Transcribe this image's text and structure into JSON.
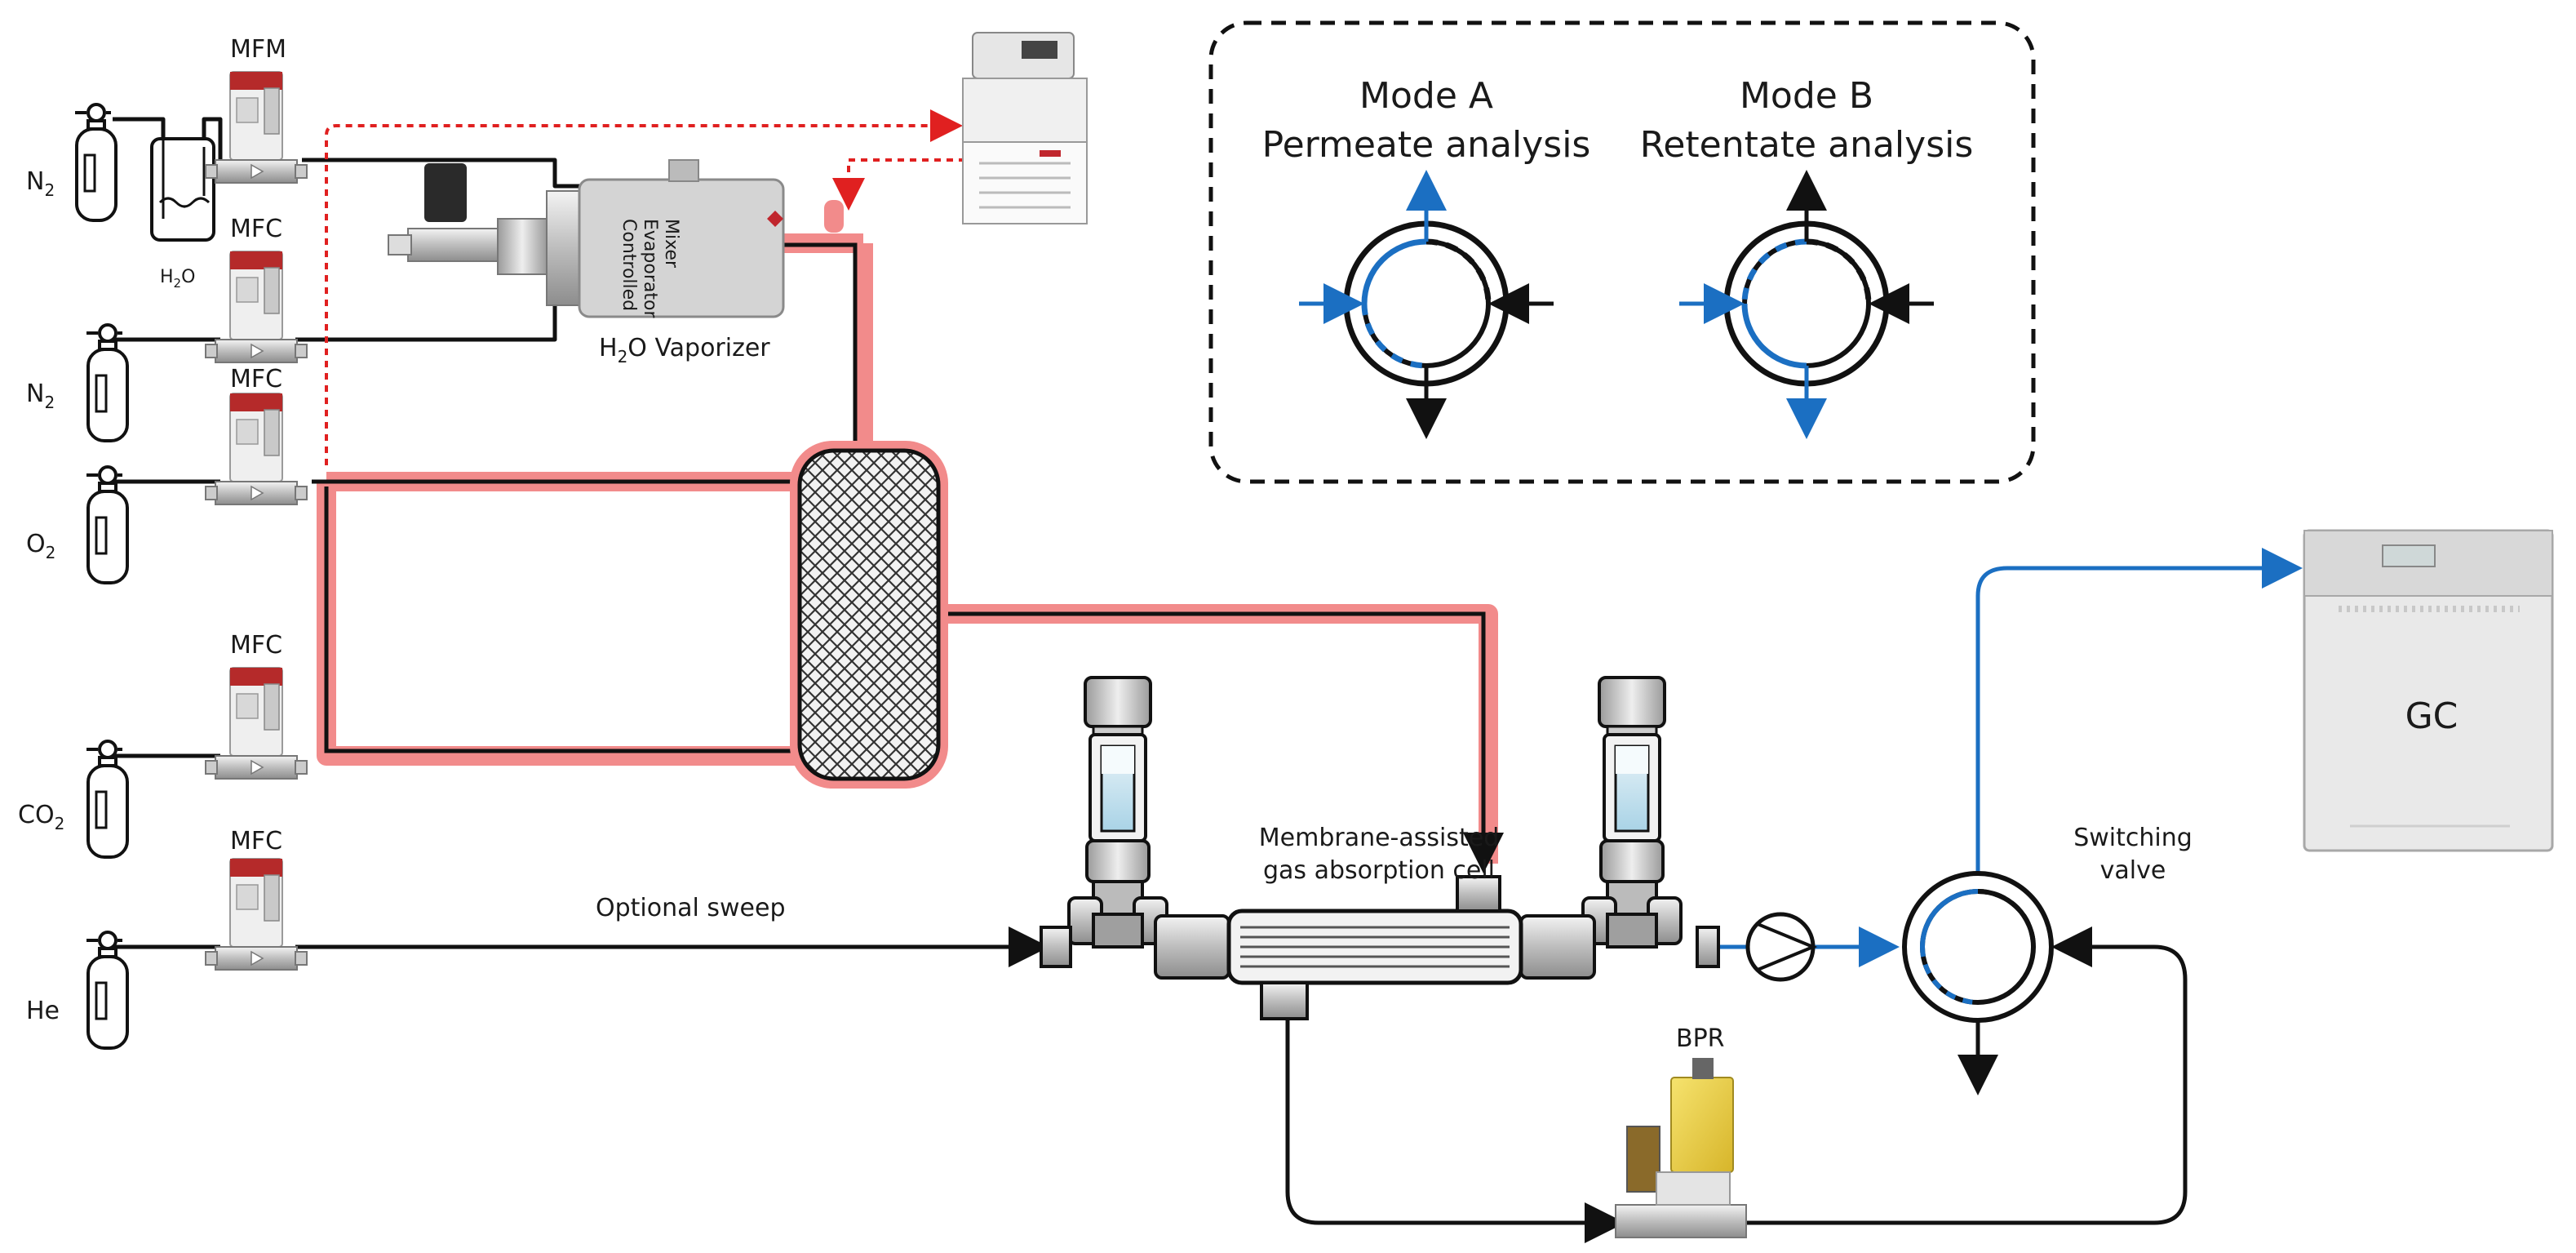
{
  "gases": {
    "n2_top": {
      "text": "N",
      "sub": "2"
    },
    "h2o": {
      "text": "H",
      "sub": "2",
      "tail": "O"
    },
    "n2_mid": {
      "text": "N",
      "sub": "2"
    },
    "o2": {
      "text": "O",
      "sub": "2"
    },
    "co2": {
      "text": "CO",
      "sub": "2"
    },
    "he": {
      "text": "He"
    }
  },
  "devices": {
    "mfm": "MFM",
    "mfc_1": "MFC",
    "mfc_2": "MFC",
    "mfc_3": "MFC",
    "mfc_4": "MFC",
    "vaporizer": {
      "text": "H",
      "sub": "2",
      "tail": "O Vaporizer"
    },
    "evaporator_body": [
      "Controlled",
      "Evaporator",
      "Mixer"
    ],
    "cell": [
      "Membrane-assisted",
      "gas absorption cell"
    ],
    "sweep": "Optional sweep",
    "bpr": "BPR",
    "valve": [
      "Switching",
      "valve"
    ],
    "gc": "GC"
  },
  "modes": {
    "a": {
      "title": "Mode A",
      "subtitle": "Permeate analysis"
    },
    "b": {
      "title": "Mode B",
      "subtitle": "Retentate analysis"
    }
  },
  "colors": {
    "line": "#111111",
    "heated": "#f28b8b",
    "blue": "#1b6fc2",
    "signal": "#e02020",
    "device": "#d9d9d9",
    "accent": "#c0262d"
  }
}
